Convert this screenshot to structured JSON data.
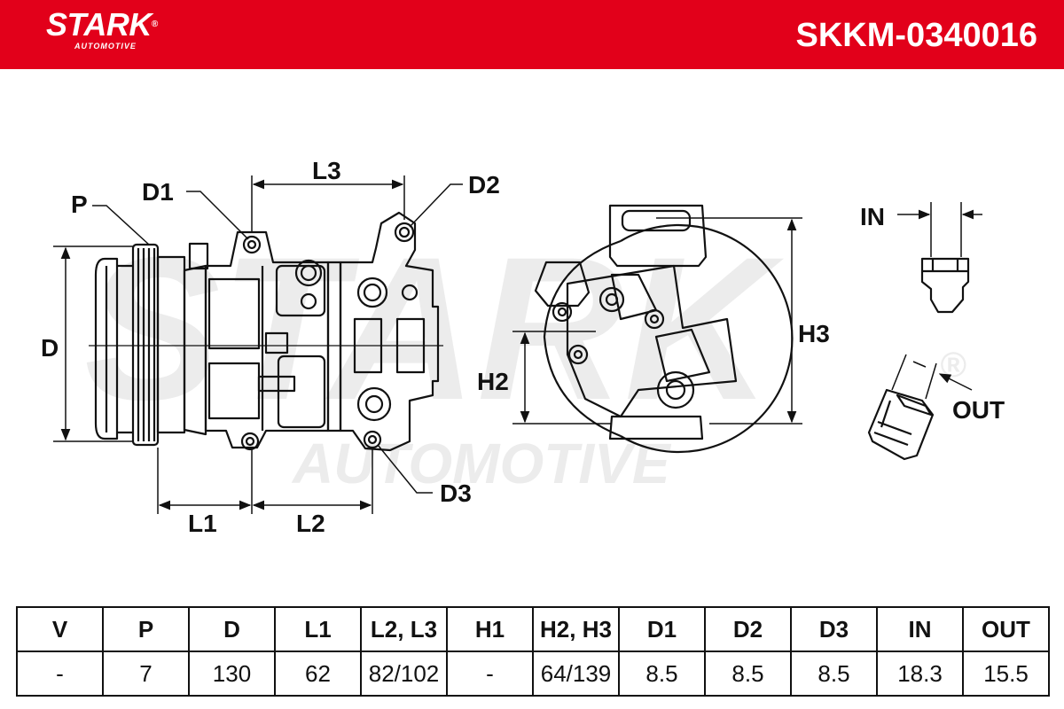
{
  "header": {
    "brand": "STARK",
    "brand_sub": "AUTOMOTIVE",
    "registered": "®",
    "part_number": "SKKM-0340016",
    "bg_color": "#e2001a"
  },
  "watermark": {
    "main": "STARK",
    "sub": "AUTOMOTIVE",
    "registered": "®"
  },
  "labels": {
    "P": "P",
    "D1": "D1",
    "D2": "D2",
    "D3": "D3",
    "D": "D",
    "L1": "L1",
    "L2": "L2",
    "L3": "L3",
    "H2": "H2",
    "H3": "H3",
    "IN": "IN",
    "OUT": "OUT"
  },
  "table": {
    "headers": [
      "V",
      "P",
      "D",
      "L1",
      "L2, L3",
      "H1",
      "H2, H3",
      "D1",
      "D2",
      "D3",
      "IN",
      "OUT"
    ],
    "values": [
      "-",
      "7",
      "130",
      "62",
      "82/102",
      "-",
      "64/139",
      "8.5",
      "8.5",
      "8.5",
      "18.3",
      "15.5"
    ]
  }
}
